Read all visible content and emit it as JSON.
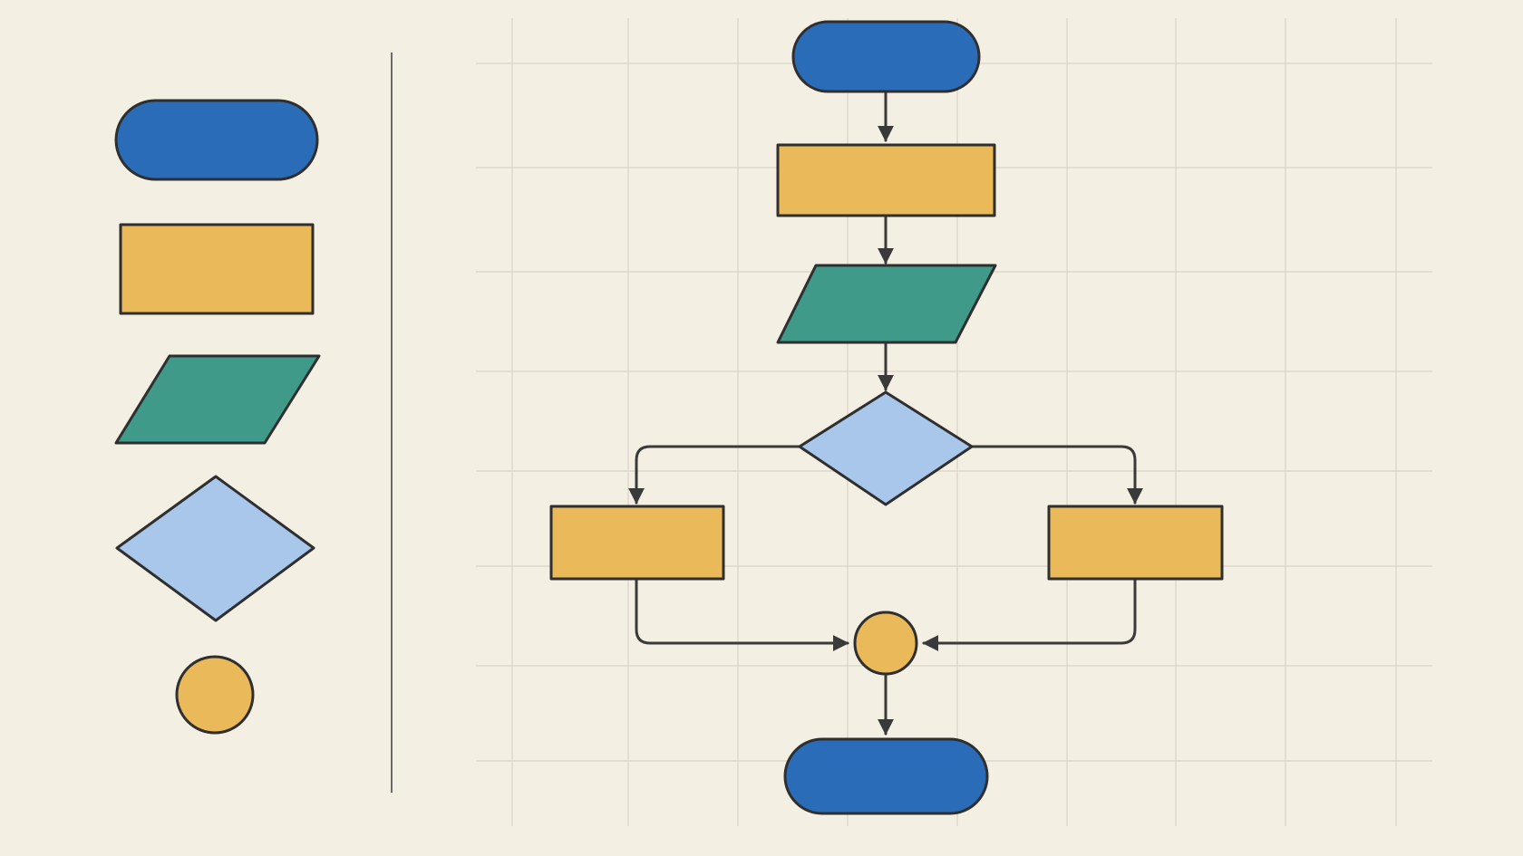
{
  "palette": {
    "paper": "#f4efe3",
    "terminator": "#2a6cb8",
    "process": "#e9b95a",
    "io": "#3f9a8a",
    "decision": "#a9c7ea",
    "connector": "#e9b95a",
    "outline": "#2f2f2f"
  },
  "legend": {
    "shapes": [
      {
        "shape": "terminator"
      },
      {
        "shape": "process"
      },
      {
        "shape": "io"
      },
      {
        "shape": "decision"
      },
      {
        "shape": "connector"
      }
    ]
  },
  "flowchart": {
    "nodes": [
      {
        "id": "start",
        "shape": "terminator"
      },
      {
        "id": "step-1",
        "shape": "process"
      },
      {
        "id": "input-output",
        "shape": "io"
      },
      {
        "id": "decision",
        "shape": "decision"
      },
      {
        "id": "branch-left",
        "shape": "process"
      },
      {
        "id": "branch-right",
        "shape": "process"
      },
      {
        "id": "merge",
        "shape": "connector"
      },
      {
        "id": "end",
        "shape": "terminator"
      }
    ],
    "edges": [
      {
        "from": "start",
        "to": "step-1"
      },
      {
        "from": "step-1",
        "to": "input-output"
      },
      {
        "from": "input-output",
        "to": "decision"
      },
      {
        "from": "decision",
        "to": "branch-left"
      },
      {
        "from": "decision",
        "to": "branch-right"
      },
      {
        "from": "branch-left",
        "to": "merge"
      },
      {
        "from": "branch-right",
        "to": "merge"
      },
      {
        "from": "merge",
        "to": "end"
      }
    ]
  }
}
